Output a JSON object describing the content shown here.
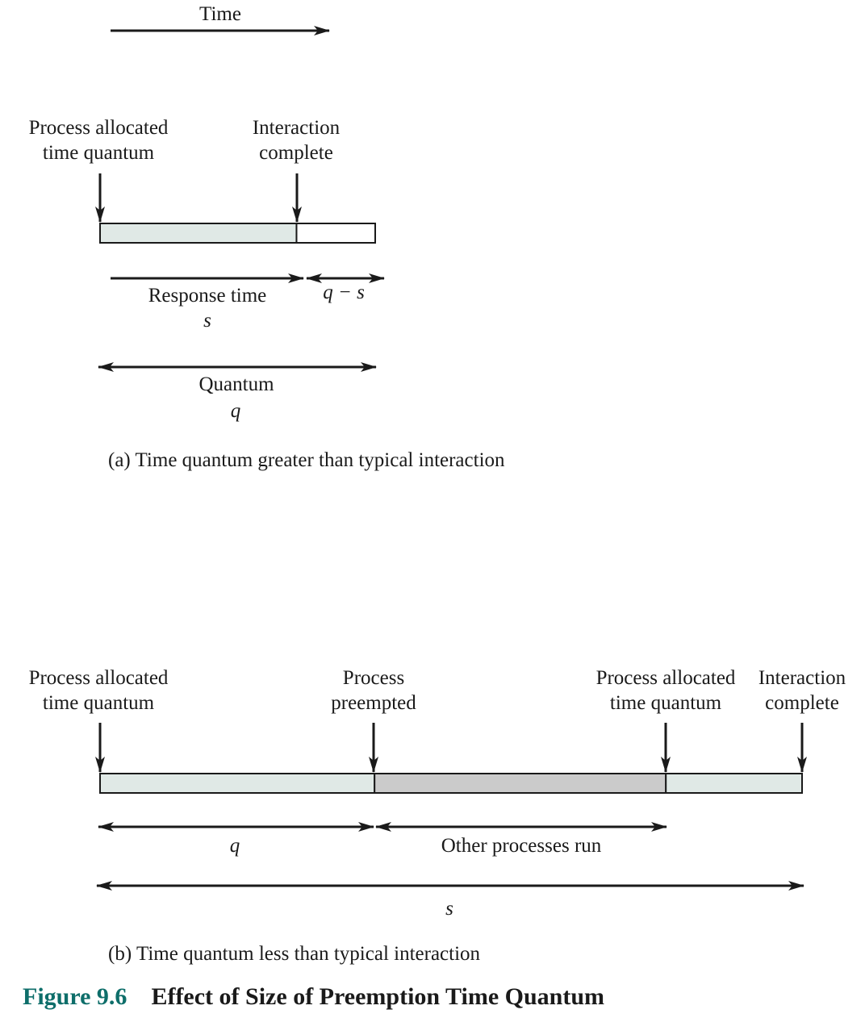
{
  "time_axis": {
    "label": "Time"
  },
  "panel_a": {
    "labels": {
      "allocated": [
        "Process allocated",
        "time quantum"
      ],
      "complete": [
        "Interaction",
        "complete"
      ],
      "response_time": "Response time",
      "response_symbol": "s",
      "remainder": "q − s",
      "quantum": "Quantum",
      "quantum_symbol": "q"
    },
    "segments": [
      {
        "name": "response",
        "fraction": 0.714,
        "color": "#e0e9e6"
      },
      {
        "name": "remainder",
        "fraction": 0.286,
        "color": "#ffffff"
      }
    ],
    "caption": "(a) Time quantum greater than typical interaction"
  },
  "panel_b": {
    "labels": {
      "allocated_1": [
        "Process allocated",
        "time quantum"
      ],
      "preempted": [
        "Process",
        "preempted"
      ],
      "allocated_2": [
        "Process allocated",
        "time quantum"
      ],
      "complete": [
        "Interaction",
        "complete"
      ],
      "q_symbol": "q",
      "other": "Other processes run",
      "s_symbol": "s"
    },
    "segments": [
      {
        "name": "first-quantum",
        "fraction": 0.391,
        "color": "#e0e9e6"
      },
      {
        "name": "other-processes",
        "fraction": 0.415,
        "color": "#cbcbcb"
      },
      {
        "name": "second-run",
        "fraction": 0.194,
        "color": "#e0e9e6"
      }
    ],
    "caption": "(b) Time quantum less than typical interaction"
  },
  "figure": {
    "number": "Figure 9.6",
    "title": "Effect of Size of Preemption Time Quantum",
    "accent_color": "#0e6e6a"
  }
}
